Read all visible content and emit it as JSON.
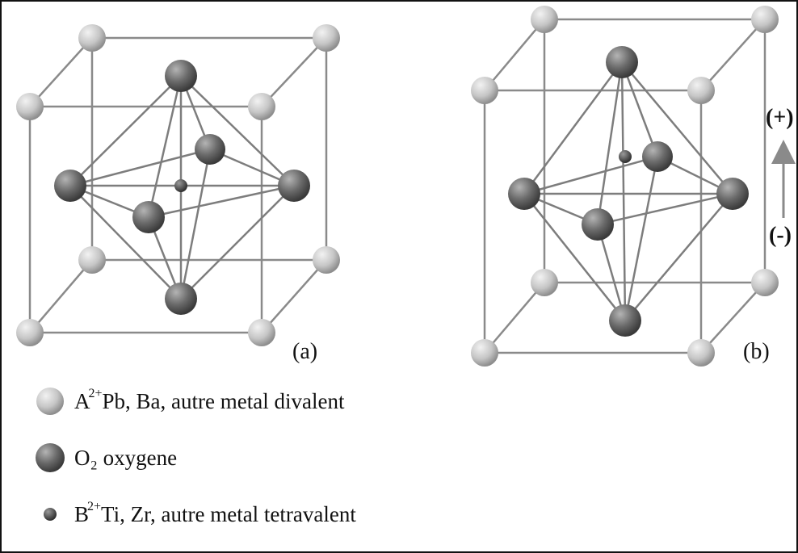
{
  "panels": {
    "a_label": "(a)",
    "b_label": "(b)"
  },
  "polarization": {
    "plus_label": "(+)",
    "minus_label": "(-)"
  },
  "legend": [
    {
      "symbol": "A",
      "charge": "2+",
      "text": "Pb, Ba, autre metal divalent",
      "icon": "large-light-sphere-icon"
    },
    {
      "symbol": "O₂",
      "charge": "",
      "text": "oxygene",
      "icon": "dark-sphere-icon"
    },
    {
      "symbol": "B",
      "charge": "2+",
      "text": "Ti, Zr, autre metal tetravalent",
      "icon": "small-dark-sphere-icon"
    }
  ],
  "colors": {
    "light_atom": "#cfcfcf",
    "dark_atom": "#6f6f6f",
    "small_atom": "#555555",
    "bond": "#8a8a8a"
  }
}
